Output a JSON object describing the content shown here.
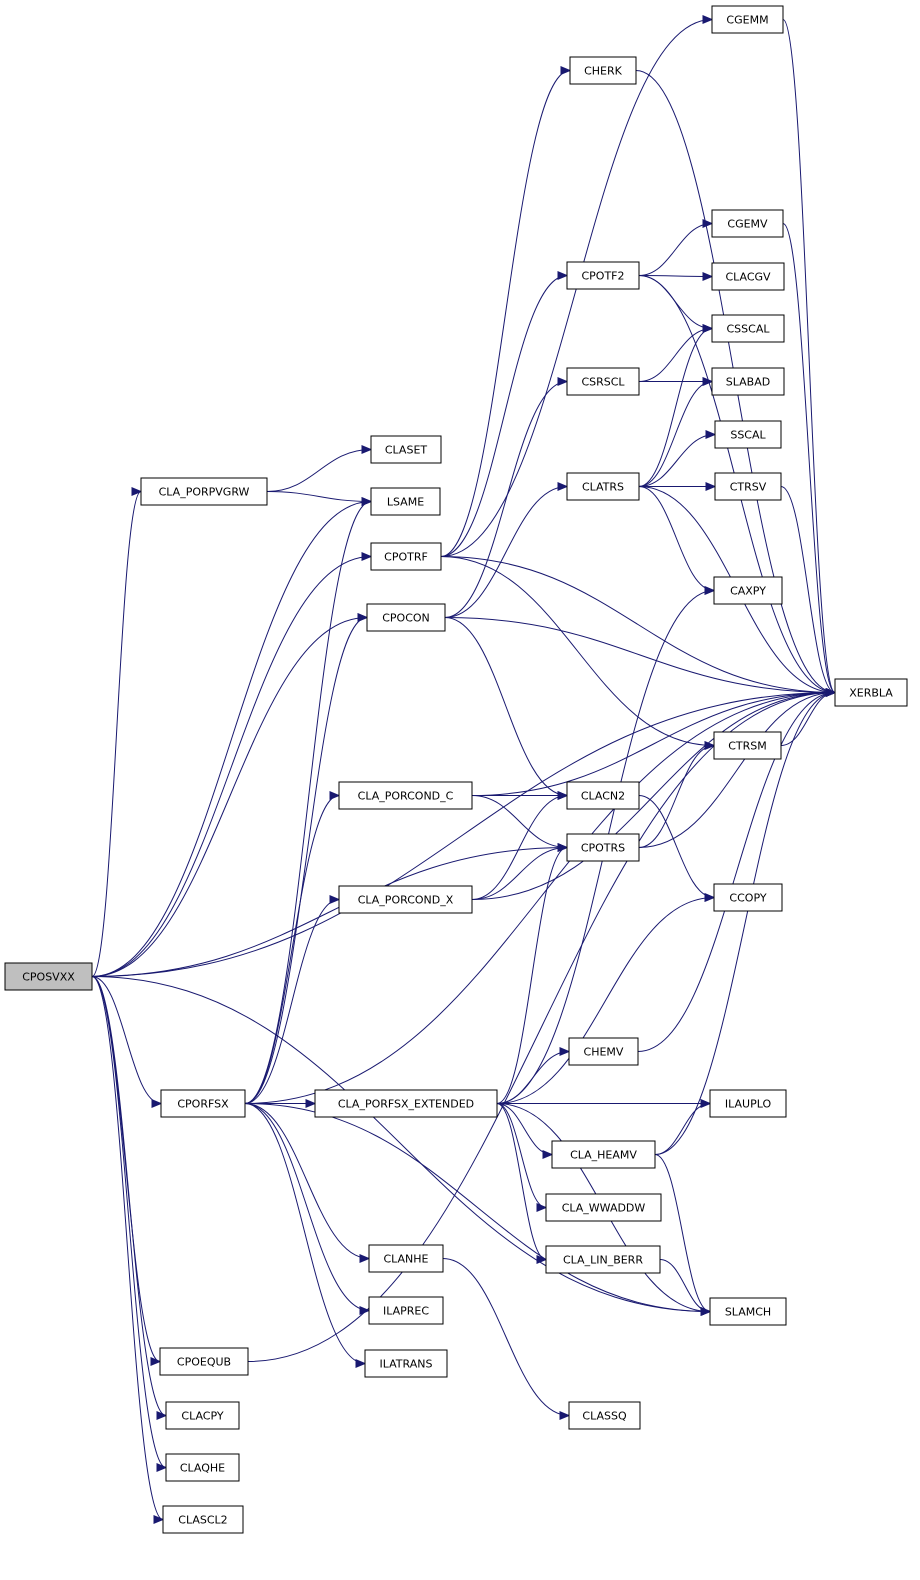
{
  "graph": {
    "root": "CPOSVXX",
    "colors": {
      "edge": "#191970",
      "node_border": "#000000",
      "node_fill": "#ffffff",
      "root_fill": "#bfbfbf",
      "background": "#ffffff"
    },
    "nodes": [
      "CPOSVXX",
      "CLA_PORPVGRW",
      "CLASET",
      "LSAME",
      "CPOTRF",
      "CPOCON",
      "CLA_PORCOND_C",
      "CLA_PORCOND_X",
      "CPORFSX",
      "CPOEQUB",
      "CLACPY",
      "CLAQHE",
      "CLASCL2",
      "CGEMM",
      "CHERK",
      "CPOTF2",
      "CSRSCL",
      "CLATRS",
      "CLACN2",
      "CPOTRS",
      "CLA_PORFSX_EXTENDED",
      "CHEMV",
      "CLA_HEAMV",
      "CLA_WWADDW",
      "CLA_LIN_BERR",
      "CLANHE",
      "ILAPREC",
      "ILATRANS",
      "CLASSQ",
      "CGEMV",
      "CLACGV",
      "CSSCAL",
      "SLABAD",
      "SSCAL",
      "CTRSV",
      "CAXPY",
      "XERBLA",
      "CTRSM",
      "CCOPY",
      "ILAUPLO",
      "SLAMCH"
    ],
    "edges": [
      [
        "CPOSVXX",
        "CLA_PORPVGRW"
      ],
      [
        "CPOSVXX",
        "LSAME"
      ],
      [
        "CPOSVXX",
        "CPOTRF"
      ],
      [
        "CPOSVXX",
        "CPOCON"
      ],
      [
        "CPOSVXX",
        "XERBLA"
      ],
      [
        "CPOSVXX",
        "CPOTRS"
      ],
      [
        "CPOSVXX",
        "CPORFSX"
      ],
      [
        "CPOSVXX",
        "SLAMCH"
      ],
      [
        "CPOSVXX",
        "CPOEQUB"
      ],
      [
        "CPOSVXX",
        "CLACPY"
      ],
      [
        "CPOSVXX",
        "CLAQHE"
      ],
      [
        "CPOSVXX",
        "CLASCL2"
      ],
      [
        "CLA_PORPVGRW",
        "CLASET"
      ],
      [
        "CLA_PORPVGRW",
        "LSAME"
      ],
      [
        "CPOTRF",
        "CGEMM"
      ],
      [
        "CPOTRF",
        "CHERK"
      ],
      [
        "CPOTRF",
        "CPOTF2"
      ],
      [
        "CPOTRF",
        "CTRSM"
      ],
      [
        "CPOTRF",
        "XERBLA"
      ],
      [
        "CPOCON",
        "CSRSCL"
      ],
      [
        "CPOCON",
        "CLATRS"
      ],
      [
        "CPOCON",
        "CLACN2"
      ],
      [
        "CPOCON",
        "XERBLA"
      ],
      [
        "CPOTF2",
        "CGEMV"
      ],
      [
        "CPOTF2",
        "CLACGV"
      ],
      [
        "CPOTF2",
        "CSSCAL"
      ],
      [
        "CPOTF2",
        "XERBLA"
      ],
      [
        "CSRSCL",
        "CSSCAL"
      ],
      [
        "CSRSCL",
        "SLABAD"
      ],
      [
        "CLATRS",
        "CSSCAL"
      ],
      [
        "CLATRS",
        "SLABAD"
      ],
      [
        "CLATRS",
        "SSCAL"
      ],
      [
        "CLATRS",
        "CTRSV"
      ],
      [
        "CLATRS",
        "CAXPY"
      ],
      [
        "CLATRS",
        "XERBLA"
      ],
      [
        "CGEMM",
        "XERBLA"
      ],
      [
        "CHERK",
        "XERBLA"
      ],
      [
        "CGEMV",
        "XERBLA"
      ],
      [
        "CTRSV",
        "XERBLA"
      ],
      [
        "CTRSM",
        "XERBLA"
      ],
      [
        "CLA_PORCOND_C",
        "CLACN2"
      ],
      [
        "CLA_PORCOND_C",
        "CPOTRS"
      ],
      [
        "CLA_PORCOND_C",
        "XERBLA"
      ],
      [
        "CLA_PORCOND_X",
        "CLACN2"
      ],
      [
        "CLA_PORCOND_X",
        "CPOTRS"
      ],
      [
        "CLA_PORCOND_X",
        "XERBLA"
      ],
      [
        "CLACN2",
        "CCOPY"
      ],
      [
        "CPOTRS",
        "CTRSM"
      ],
      [
        "CPOTRS",
        "XERBLA"
      ],
      [
        "CPORFSX",
        "LSAME"
      ],
      [
        "CPORFSX",
        "CPOCON"
      ],
      [
        "CPORFSX",
        "CLA_PORCOND_C"
      ],
      [
        "CPORFSX",
        "CLA_PORCOND_X"
      ],
      [
        "CPORFSX",
        "CLA_PORFSX_EXTENDED"
      ],
      [
        "CPORFSX",
        "SLAMCH"
      ],
      [
        "CPORFSX",
        "CLANHE"
      ],
      [
        "CPORFSX",
        "ILAPREC"
      ],
      [
        "CPORFSX",
        "ILATRANS"
      ],
      [
        "CPORFSX",
        "XERBLA"
      ],
      [
        "CLA_PORFSX_EXTENDED",
        "CPOTRS"
      ],
      [
        "CLA_PORFSX_EXTENDED",
        "CAXPY"
      ],
      [
        "CLA_PORFSX_EXTENDED",
        "CCOPY"
      ],
      [
        "CLA_PORFSX_EXTENDED",
        "CHEMV"
      ],
      [
        "CLA_PORFSX_EXTENDED",
        "ILAUPLO"
      ],
      [
        "CLA_PORFSX_EXTENDED",
        "CLA_HEAMV"
      ],
      [
        "CLA_PORFSX_EXTENDED",
        "CLA_WWADDW"
      ],
      [
        "CLA_PORFSX_EXTENDED",
        "CLA_LIN_BERR"
      ],
      [
        "CLA_PORFSX_EXTENDED",
        "SLAMCH"
      ],
      [
        "CHEMV",
        "XERBLA"
      ],
      [
        "CLA_HEAMV",
        "ILAUPLO"
      ],
      [
        "CLA_HEAMV",
        "SLAMCH"
      ],
      [
        "CLA_HEAMV",
        "XERBLA"
      ],
      [
        "CLA_LIN_BERR",
        "SLAMCH"
      ],
      [
        "CLANHE",
        "CLASSQ"
      ],
      [
        "CPOEQUB",
        "XERBLA"
      ]
    ]
  }
}
